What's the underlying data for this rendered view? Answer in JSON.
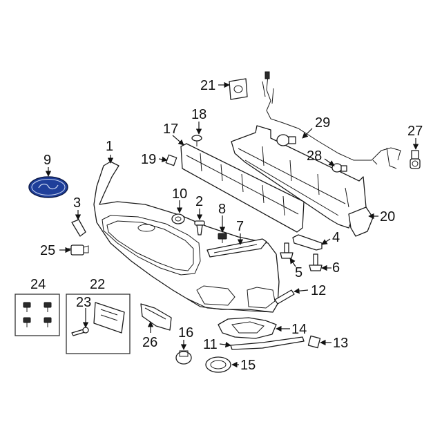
{
  "callouts": [
    {
      "n": "1"
    },
    {
      "n": "2"
    },
    {
      "n": "3"
    },
    {
      "n": "4"
    },
    {
      "n": "5"
    },
    {
      "n": "6"
    },
    {
      "n": "7"
    },
    {
      "n": "8"
    },
    {
      "n": "9"
    },
    {
      "n": "10"
    },
    {
      "n": "11"
    },
    {
      "n": "12"
    },
    {
      "n": "13"
    },
    {
      "n": "14"
    },
    {
      "n": "15"
    },
    {
      "n": "16"
    },
    {
      "n": "17"
    },
    {
      "n": "18"
    },
    {
      "n": "19"
    },
    {
      "n": "20"
    },
    {
      "n": "21"
    },
    {
      "n": "22"
    },
    {
      "n": "23"
    },
    {
      "n": "24"
    },
    {
      "n": "25"
    },
    {
      "n": "26"
    },
    {
      "n": "27"
    },
    {
      "n": "28"
    },
    {
      "n": "29"
    }
  ],
  "colors": {
    "emblem_fill": "#1f3f9a",
    "line": "#1a1a1a",
    "background": "#ffffff"
  }
}
